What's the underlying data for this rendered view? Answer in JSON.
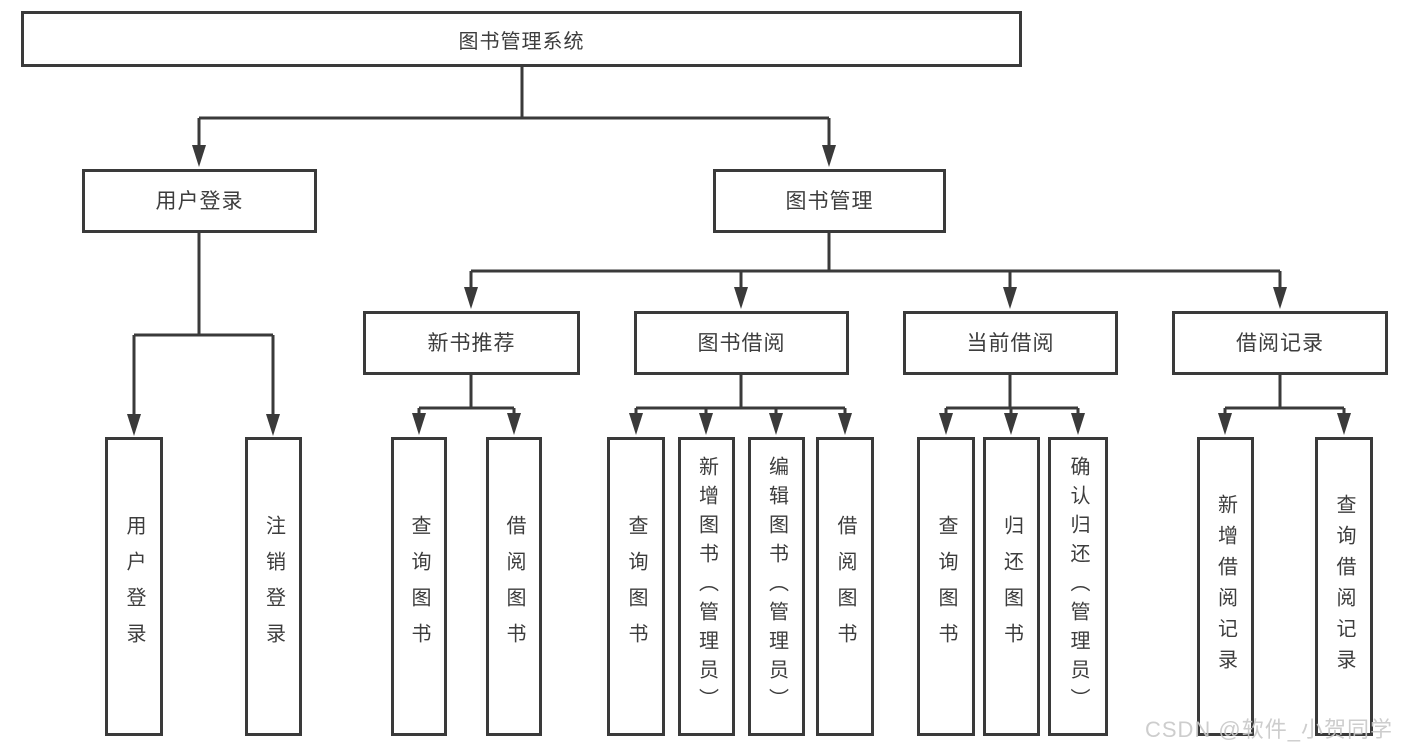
{
  "diagram": {
    "root": {
      "label": "图书管理系统"
    },
    "branches": [
      {
        "label": "用户登录",
        "children": [
          {
            "label": "用户登录"
          },
          {
            "label": "注销登录"
          }
        ]
      },
      {
        "label": "图书管理",
        "groups": [
          {
            "label": "新书推荐",
            "children": [
              {
                "label": "查询图书"
              },
              {
                "label": "借阅图书"
              }
            ]
          },
          {
            "label": "图书借阅",
            "children": [
              {
                "label": "查询图书"
              },
              {
                "label": "新增图书（管理员）"
              },
              {
                "label": "编辑图书（管理员）"
              },
              {
                "label": "借阅图书"
              }
            ]
          },
          {
            "label": "当前借阅",
            "children": [
              {
                "label": "查询图书"
              },
              {
                "label": "归还图书"
              },
              {
                "label": "确认归还（管理员）"
              }
            ]
          },
          {
            "label": "借阅记录",
            "children": [
              {
                "label": "新增借阅记录"
              },
              {
                "label": "查询借阅记录"
              }
            ]
          }
        ]
      }
    ]
  },
  "watermark": {
    "text": "CSDN @软件_小贺同学"
  },
  "colors": {
    "line": "#3a3a3a",
    "text": "#3d3d3d",
    "background": "#ffffff",
    "watermark": "#c9c9c9"
  }
}
